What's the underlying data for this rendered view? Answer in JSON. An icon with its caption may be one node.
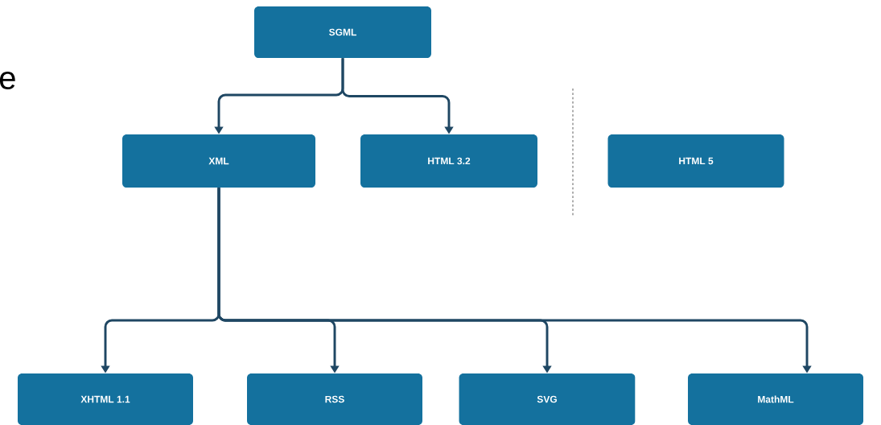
{
  "diagram": {
    "nodes": [
      {
        "text": [
          "SGML"
        ]
      },
      {
        "text": [
          "XML"
        ]
      },
      {
        "text": [
          "HTML 3.2"
        ]
      },
      {
        "text": [
          "HTML 5"
        ]
      },
      {
        "text": [
          "XHTML 1.1"
        ]
      },
      {
        "text": [
          "RSS"
        ]
      },
      {
        "text": [
          "SVG"
        ]
      },
      {
        "text": [
          "MathML"
        ]
      }
    ],
    "edges": [
      {
        "from": 0,
        "to": 1,
        "arrow": "to"
      },
      {
        "from": 0,
        "to": 2,
        "arrow": "to"
      },
      {
        "from": 1,
        "to": 4,
        "arrow": "to"
      },
      {
        "from": 1,
        "to": 5,
        "arrow": "to"
      },
      {
        "from": 1,
        "to": 6,
        "arrow": "to"
      },
      {
        "from": 1,
        "to": 7,
        "arrow": "to"
      }
    ],
    "labels": [
      "e"
    ]
  }
}
